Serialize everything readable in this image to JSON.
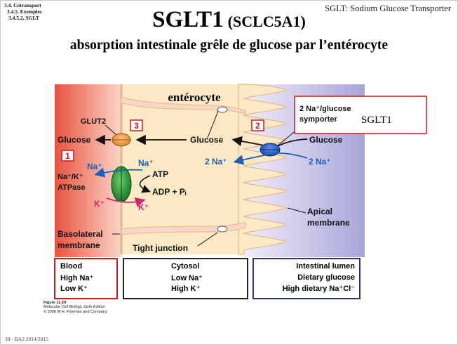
{
  "breadcrumb": [
    "3.4. Cotransport",
    "3.4.5. Exemples",
    "3.4.5.2. SGLT"
  ],
  "corner_label": "SGLT: Sodium Glucose Transporter",
  "title_main": "SGLT1",
  "title_gene": "(SCLC5A1)",
  "subtitle": "absorption intestinale grêle de glucose par l’entérocyte",
  "diagram": {
    "cell_label": "entérocyte",
    "glut2": "GLUT2",
    "num_3": "3",
    "num_2": "2",
    "num_1": "1",
    "glucose_left": "Glucose",
    "glucose_mid": "Glucose",
    "glucose_right": "Glucose",
    "na_left": "Na⁺",
    "na_inner": "Na⁺",
    "na_mid": "2 Na⁺",
    "na_right": "2 Na⁺",
    "pump_l1": "Na⁺/K⁺",
    "pump_l2": "ATPase",
    "atp": "ATP",
    "adp": "ADP + Pᵢ",
    "k_left": "K⁺",
    "k_inner": "K⁺",
    "symporter_l1": "2 Na⁺/glucose",
    "symporter_l2": "symporter",
    "sglt1_tag": "SGLT1",
    "basolateral_l1": "Basolateral",
    "basolateral_l2": "membrane",
    "tight_junction": "Tight junction",
    "apical_l1": "Apical",
    "apical_l2": "membrane"
  },
  "legend": {
    "blood": {
      "title": "Blood",
      "l1": "High Na⁺",
      "l2": "Low K⁺"
    },
    "cytosol": {
      "title": "Cytosol",
      "l1": "Low Na⁺",
      "l2": "High K⁺"
    },
    "lumen": {
      "title": "Intestinal lumen",
      "l1": "Dietary glucose",
      "l2": "High dietary Na⁺Cl⁻"
    }
  },
  "figure_caption": [
    "Figure 11-29",
    "Molecular Cell Biology, Sixth Edition",
    "© 2008 W.H. Freeman and Company"
  ],
  "footer": "39 - BA2 2014/2015",
  "colors": {
    "red": "#cc1a1a",
    "blue": "#1c5fb8",
    "pink": "#d6246e",
    "navy": "#33336b"
  }
}
